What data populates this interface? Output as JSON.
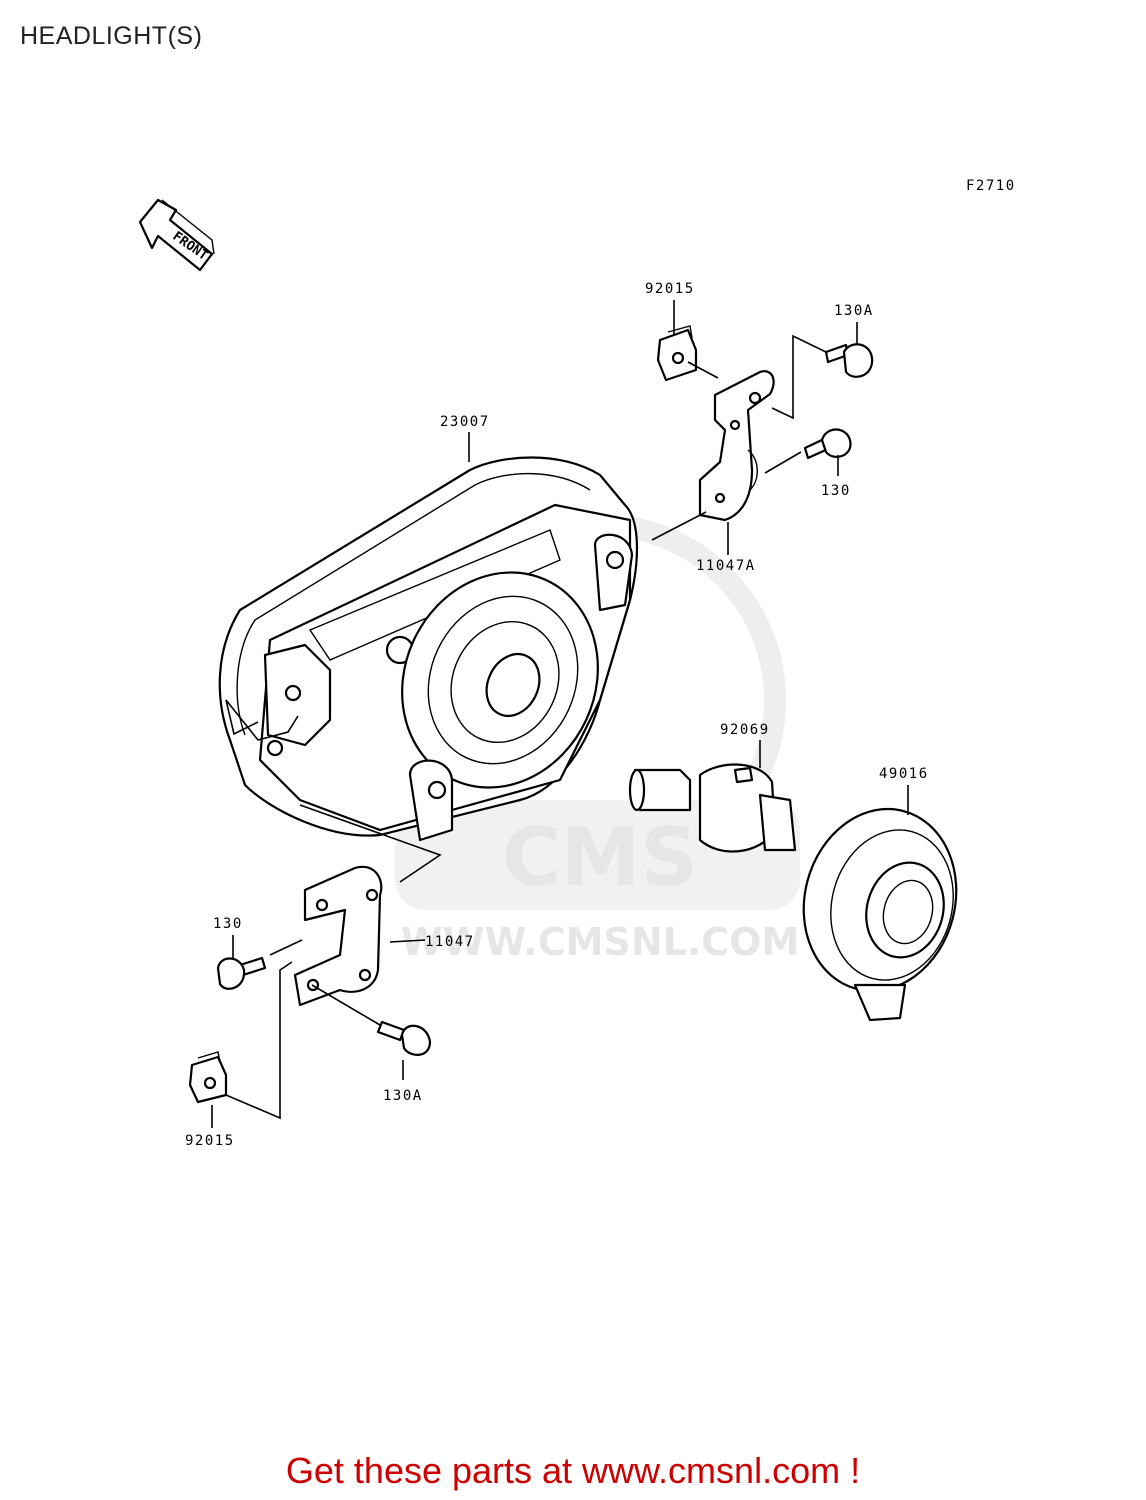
{
  "page": {
    "title": "HEADLIGHT(S)",
    "figure_code": "F2710",
    "front_arrow_label": "FRONT",
    "footer": "Get these parts at www.cmsnl.com !"
  },
  "watermark": {
    "brand": "CMS",
    "url": "WWW.CMSNL.COM"
  },
  "callouts": {
    "c92015_top": "92015",
    "c130A_top": "130A",
    "c23007": "23007",
    "c130_right": "130",
    "c11047A": "11047A",
    "c92069": "92069",
    "c49016": "49016",
    "c130_left": "130",
    "c11047": "11047",
    "c130A_bottom": "130A",
    "c92015_bottom": "92015"
  },
  "colors": {
    "footer": "#cc0000",
    "lines": "#000000",
    "watermark": "#e6e6e6"
  }
}
